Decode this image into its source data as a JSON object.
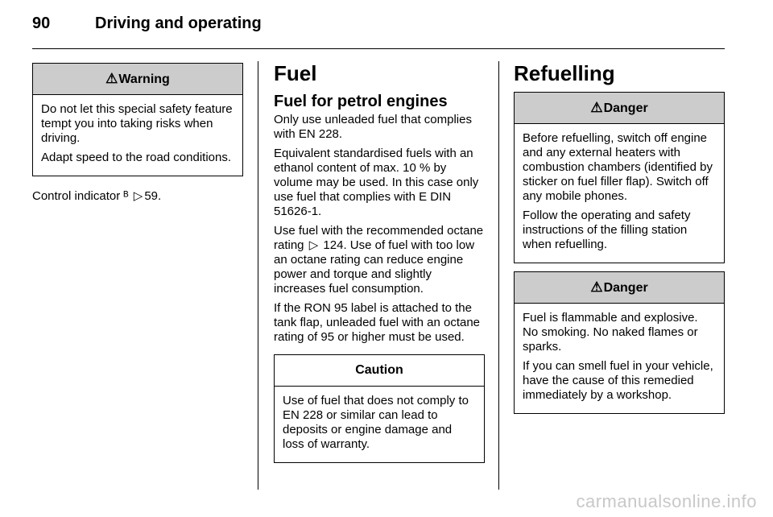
{
  "header": {
    "page_number": "90",
    "section": "Driving and operating"
  },
  "col1": {
    "warning": {
      "icon": "warning-triangle-icon",
      "title": "Warning",
      "paragraphs": [
        "Do not let this special safety feature tempt you into taking risks when driving.",
        "Adapt speed to the road conditions."
      ]
    },
    "control_indicator": {
      "text": "Control indicator",
      "ref_symbol": "ᴮ",
      "arrow": "▷",
      "page": "59."
    }
  },
  "col2": {
    "title": "Fuel",
    "subtitle": "Fuel for petrol engines",
    "paragraphs": [
      "Only use unleaded fuel that complies with EN 228.",
      "Equivalent standardised fuels with an ethanol content of max. 10 % by volume may be used. In this case only use fuel that complies with E DIN 51626-1.",
      "If the RON 95 label is attached to the tank flap, unleaded fuel with an octane rating of 95 or higher must be used."
    ],
    "octane": {
      "before": "Use fuel with the recommended octane rating",
      "arrow": "▷",
      "after": "124. Use of fuel with too low an octane rating can reduce engine power and torque and slightly increases fuel consumption."
    },
    "caution": {
      "title": "Caution",
      "text": "Use of fuel that does not comply to EN 228 or similar can lead to deposits or engine damage and loss of warranty."
    }
  },
  "col3": {
    "title": "Refuelling",
    "danger1": {
      "icon": "warning-triangle-icon",
      "title": "Danger",
      "paragraphs": [
        "Before refuelling, switch off engine and any external heaters with combustion chambers (identified by sticker on fuel filler flap). Switch off any mobile phones.",
        "Follow the operating and safety instructions of the filling station when refuelling."
      ]
    },
    "danger2": {
      "icon": "warning-triangle-icon",
      "title": "Danger",
      "paragraphs": [
        "Fuel is flammable and explosive. No smoking. No naked flames or sparks.",
        "If you can smell fuel in your vehicle, have the cause of this remedied immediately by a workshop."
      ]
    }
  },
  "watermark": "carmanualsonline.info"
}
